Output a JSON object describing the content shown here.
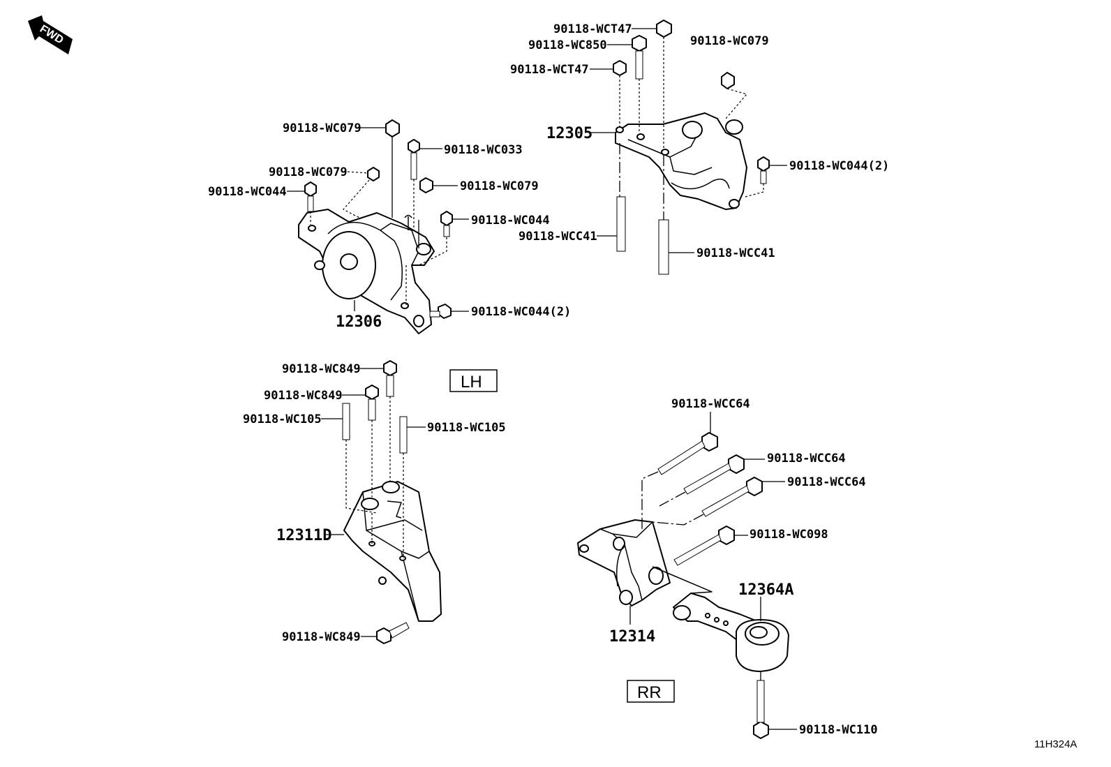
{
  "fwd_label": "FWD",
  "catalog_code": "11H324A",
  "sections": {
    "lh": "LH",
    "rr": "RR"
  },
  "parts": {
    "p12306": "12306",
    "p12305": "12305",
    "p12311D": "12311D",
    "p12314": "12314",
    "p12364A": "12364A"
  },
  "callouts": {
    "g1_wc079_a": "90118-WC079",
    "g1_wc033": "90118-WC033",
    "g1_wc079_b": "90118-WC079",
    "g1_wc079_c": "90118-WC079",
    "g1_wc044_a": "90118-WC044",
    "g1_wc044_b": "90118-WC044",
    "g1_wc044_2": "90118-WC044(2)",
    "g2_wct47_a": "90118-WCT47",
    "g2_wc850": "90118-WC850",
    "g2_wct47_b": "90118-WCT47",
    "g2_wc079": "90118-WC079",
    "g2_wc044_2": "90118-WC044(2)",
    "g2_wcc41_a": "90118-WCC41",
    "g2_wcc41_b": "90118-WCC41",
    "g3_wc849_a": "90118-WC849",
    "g3_wc849_b": "90118-WC849",
    "g3_wc105_a": "90118-WC105",
    "g3_wc105_b": "90118-WC105",
    "g3_wc849_c": "90118-WC849",
    "g4_wcc64_a": "90118-WCC64",
    "g4_wcc64_b": "90118-WCC64",
    "g4_wcc64_c": "90118-WCC64",
    "g4_wc098": "90118-WC098",
    "g4_wc110": "90118-WC110"
  }
}
